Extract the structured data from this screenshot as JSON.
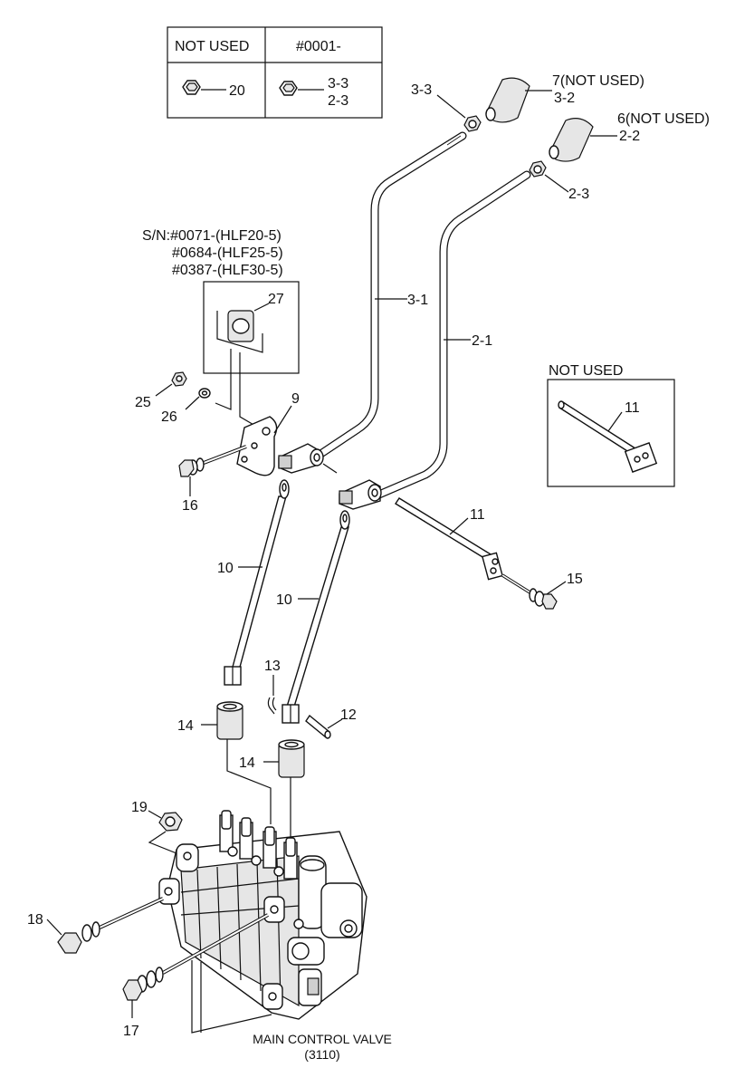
{
  "table": {
    "header_left": "NOT USED",
    "header_right": "#0001-",
    "left_callout": "20",
    "right_callout_top": "3-3",
    "right_callout_bottom": "2-3"
  },
  "serial_note": {
    "line1": "S/N:#0071-(HLF20-5)",
    "line2": "#0684-(HLF25-5)",
    "line3": "#0387-(HLF30-5)"
  },
  "not_used_box": {
    "title": "NOT USED",
    "part_label": "11"
  },
  "labels": {
    "l_3_3": "3-3",
    "l_7": "7(NOT USED)",
    "l_3_2": "3-2",
    "l_6": "6(NOT USED)",
    "l_2_2": "2-2",
    "l_2_3": "2-3",
    "l_3_1": "3-1",
    "l_2_1": "2-1",
    "l_27": "27",
    "l_25": "25",
    "l_26": "26",
    "l_9": "9",
    "l_16": "16",
    "l_11": "11",
    "l_15": "15",
    "l_10a": "10",
    "l_10b": "10",
    "l_13": "13",
    "l_12": "12",
    "l_14a": "14",
    "l_14b": "14",
    "l_19": "19",
    "l_18": "18",
    "l_17": "17"
  },
  "caption": {
    "line1": "MAIN CONTROL VALVE",
    "line2": "(3110)"
  }
}
